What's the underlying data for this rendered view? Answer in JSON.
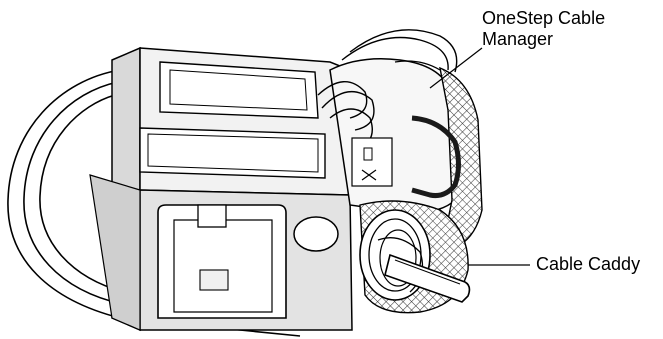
{
  "callouts": [
    {
      "id": "onestep-cable-manager",
      "label_line1": "OneStep Cable",
      "label_line2": "Manager"
    },
    {
      "id": "cable-caddy",
      "label": "Cable Caddy"
    }
  ],
  "colors": {
    "line": "#000000",
    "panel_gray": "#e6e6e6",
    "shadow_gray": "#cfcfcf",
    "mesh": "#3a3a3a",
    "background": "#ffffff"
  }
}
